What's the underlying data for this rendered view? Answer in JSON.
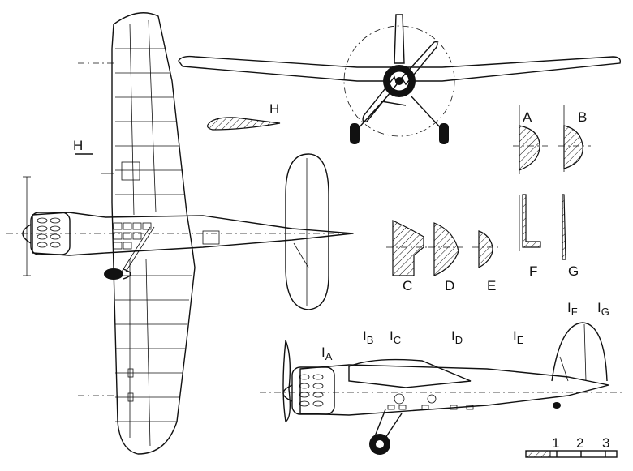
{
  "labels": {
    "section_h_wing": "H",
    "section_h_plan": "H",
    "section_a": "A",
    "section_b": "B",
    "section_c": "C",
    "section_d": "D",
    "section_e": "E",
    "section_f": "F",
    "section_g": "G"
  },
  "station_markers": [
    {
      "letter": "I",
      "sub": "A"
    },
    {
      "letter": "I",
      "sub": "B"
    },
    {
      "letter": "I",
      "sub": "C"
    },
    {
      "letter": "I",
      "sub": "D"
    },
    {
      "letter": "I",
      "sub": "E"
    },
    {
      "letter": "I",
      "sub": "F"
    },
    {
      "letter": "I",
      "sub": "G"
    }
  ],
  "scale_bar": {
    "ticks": [
      "1",
      "2",
      "3"
    ]
  },
  "colors": {
    "ink": "#111111",
    "paper": "#ffffff"
  }
}
